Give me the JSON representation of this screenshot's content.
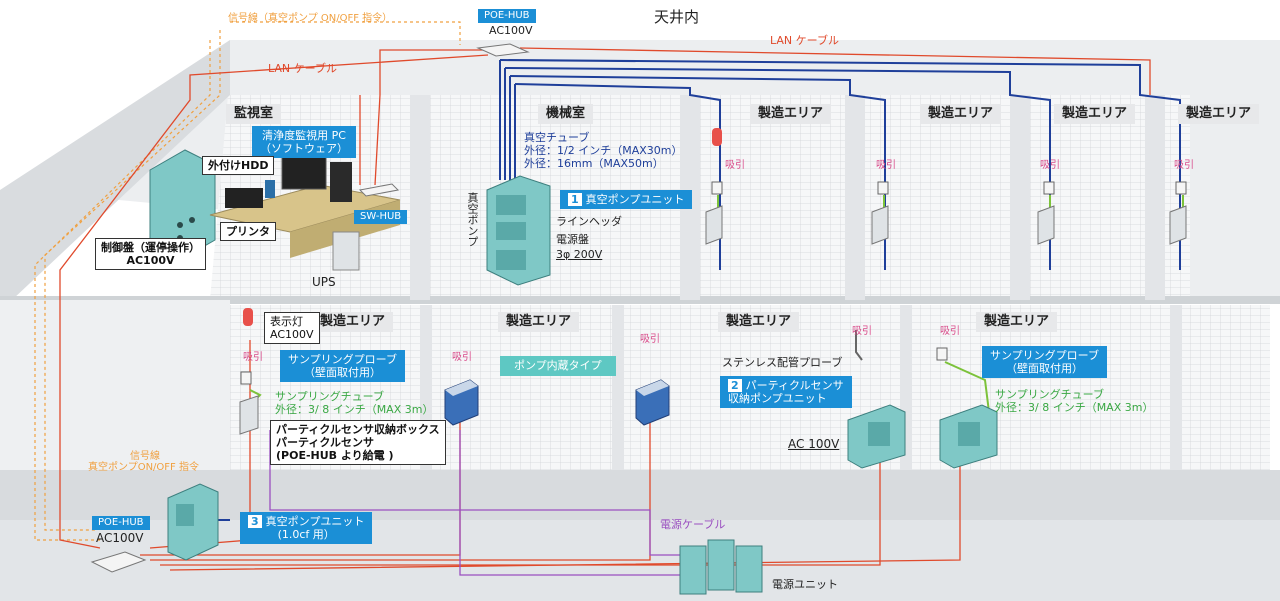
{
  "ceiling_label": "天井内",
  "rooms": {
    "monitor": "監視室",
    "machine": "機械室",
    "prod": "製造エリア"
  },
  "hubs": {
    "top_hub": "POE-HUB",
    "top_power": "AC100V",
    "bottom_hub": "POE-HUB",
    "bottom_power": "AC100V",
    "sw_hub": "SW-HUB"
  },
  "cables": {
    "signal_top": "信号線（真空ポンプ ON/OFF 指令）",
    "lan_left": "LAN ケーブル",
    "lan_right": "LAN ケーブル",
    "signal_bottom_1": "信号線",
    "signal_bottom_2": "真空ポンプON/OFF 指令",
    "power_cable": "電源ケーブル"
  },
  "monitor_room": {
    "pc_1": "清浄度監視用 PC",
    "pc_2": "（ソフトウェア）",
    "hdd": "外付けHDD",
    "printer": "プリンタ",
    "ups": "UPS",
    "control_1": "制御盤（運停操作）",
    "control_2": "AC100V"
  },
  "machine_room": {
    "tube_1": "真空チューブ",
    "tube_2": "外径：1/2 インチ（MAX30m）",
    "tube_3": "外径：16mm（MAX50m）",
    "unit_num": "1",
    "unit": "真空ポンプユニット",
    "line_header": "ラインヘッダ",
    "power_panel": "電源盤",
    "power_spec": "3φ 200V",
    "vacuum_pump": "真空ポンプ"
  },
  "suction": "吸引",
  "lower_left": {
    "indicator_1": "表示灯",
    "indicator_2": "AC100V",
    "probe_1": "サンプリングプローブ",
    "probe_2": "（壁面取付用）",
    "tube_1": "サンプリングチューブ",
    "tube_2": "外径：3/ 8 インチ（MAX 3m）",
    "box_1": "パーティクルセンサ収納ボックス",
    "box_2": "パーティクルセンサ",
    "box_3": "(POE-HUB より給電 )"
  },
  "pump_builtin": "ポンプ内蔵タイプ",
  "lower_mid": {
    "probe": "ステンレス配管プローブ",
    "unit_num": "2",
    "unit_1": "パーティクルセンサ",
    "unit_2": "収納ポンプユニット",
    "power": "AC 100V"
  },
  "lower_right": {
    "probe_1": "サンプリングプローブ",
    "probe_2": "（壁面取付用）",
    "tube_1": "サンプリングチューブ",
    "tube_2": "外径：3/ 8 インチ（MAX 3m）"
  },
  "pump3": {
    "unit_num": "3",
    "unit_1": "真空ポンプユニット",
    "unit_2": "(1.0cf 用）"
  },
  "power_unit": "電源ユニット",
  "colors": {
    "blue_box": "#1b8fd6",
    "lan": "#e04a2c",
    "vacuum_tube": "#1f3f9a",
    "sampling_tube": "#7cc23a",
    "signal": "#f0a040",
    "power_cable": "#9a4fc0",
    "teal_tag": "#5ec8c3"
  }
}
